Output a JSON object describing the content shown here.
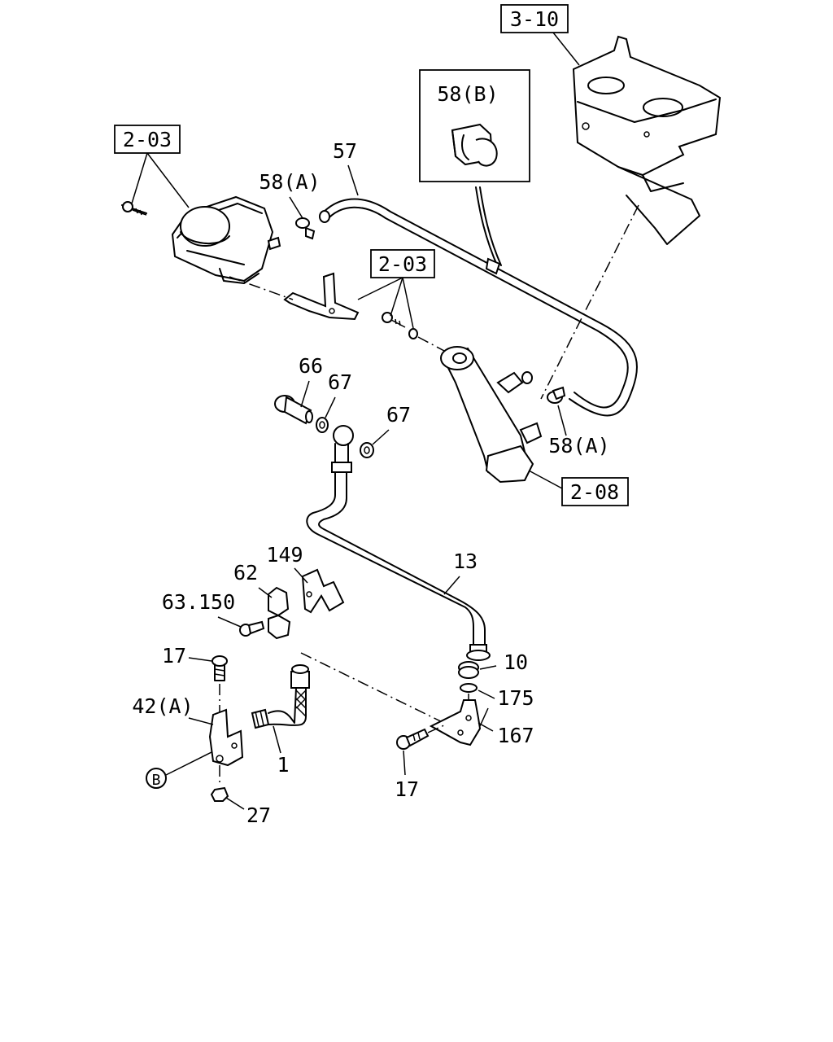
{
  "refs": {
    "r310": "3-10",
    "r203a": "2-03",
    "r203b": "2-03",
    "r208": "2-08"
  },
  "labels": {
    "p58b": "58(B)",
    "p57": "57",
    "p58a_top": "58(A)",
    "p58a_bot": "58(A)",
    "p66": "66",
    "p67a": "67",
    "p67b": "67",
    "p149": "149",
    "p62": "62",
    "p13": "13",
    "p63150": "63.150",
    "p17a": "17",
    "p10": "10",
    "p175": "175",
    "p42a": "42(A)",
    "p167": "167",
    "p1": "1",
    "pB": "B",
    "p17b": "17",
    "p27": "27"
  }
}
